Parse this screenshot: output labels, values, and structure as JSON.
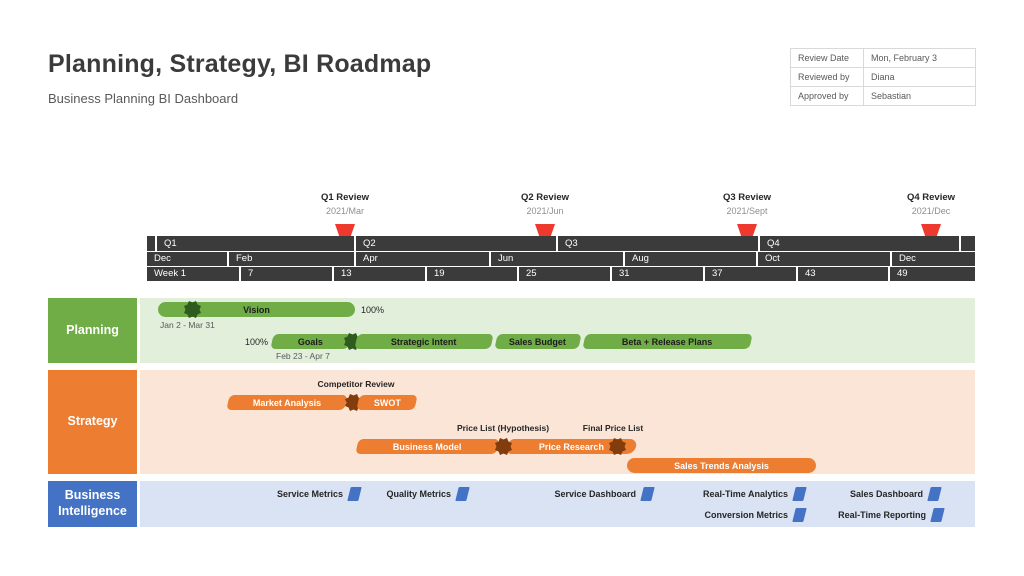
{
  "header": {
    "title": "Planning, Strategy, BI Roadmap",
    "subtitle": "Business Planning BI Dashboard"
  },
  "review_table": {
    "rows": [
      {
        "label": "Review Date",
        "value": "Mon, February 3"
      },
      {
        "label": "Reviewed by",
        "value": "Diana"
      },
      {
        "label": "Approved by",
        "value": "Sebastian"
      }
    ]
  },
  "milestones": [
    {
      "label": "Q1 Review",
      "date": "2021/Mar"
    },
    {
      "label": "Q2 Review",
      "date": "2021/Jun"
    },
    {
      "label": "Q3 Review",
      "date": "2021/Sept"
    },
    {
      "label": "Q4 Review",
      "date": "2021/Dec"
    }
  ],
  "timeline": {
    "quarters": [
      "Q1",
      "Q2",
      "Q3",
      "Q4"
    ],
    "months": [
      "Dec",
      "Feb",
      "Apr",
      "Jun",
      "Aug",
      "Oct",
      "Dec"
    ],
    "weeks": [
      "Week 1",
      "7",
      "13",
      "19",
      "25",
      "31",
      "37",
      "43",
      "49"
    ]
  },
  "lanes": {
    "planning": {
      "label": "Planning",
      "bars": [
        {
          "label": "Vision",
          "progress": "100%",
          "dates": "Jan 2 - Mar 31"
        },
        {
          "label": "Goals",
          "progress": "100%",
          "dates": "Feb 23 - Apr 7"
        },
        {
          "label": "Strategic Intent"
        },
        {
          "label": "Sales Budget"
        },
        {
          "label": "Beta + Release Plans"
        }
      ]
    },
    "strategy": {
      "label": "Strategy",
      "captions": [
        "Competitor Review",
        "Price List (Hypothesis)",
        "Final Price List"
      ],
      "bars": [
        {
          "label": "Market Analysis"
        },
        {
          "label": "SWOT"
        },
        {
          "label": "Business Model"
        },
        {
          "label": "Price Research"
        },
        {
          "label": "Sales Trends Analysis"
        }
      ]
    },
    "business_intelligence": {
      "label": "Business Intelligence",
      "row1": [
        "Service Metrics",
        "Quality Metrics",
        "Service Dashboard",
        "Real-Time Analytics",
        "Sales Dashboard"
      ],
      "row2": [
        "Conversion Metrics",
        "Real-Time Reporting"
      ]
    }
  },
  "colors": {
    "green": "#70AD47",
    "green_bg": "#E2EFDA",
    "orange": "#ED7D31",
    "orange_bg": "#FBE5D6",
    "blue": "#4472C4",
    "blue_bg": "#DAE3F3",
    "band": "#3B3B3B",
    "milestone_red": "#EE3A2E",
    "star_green": "#2E5B1E",
    "star_brown": "#833C0C"
  }
}
